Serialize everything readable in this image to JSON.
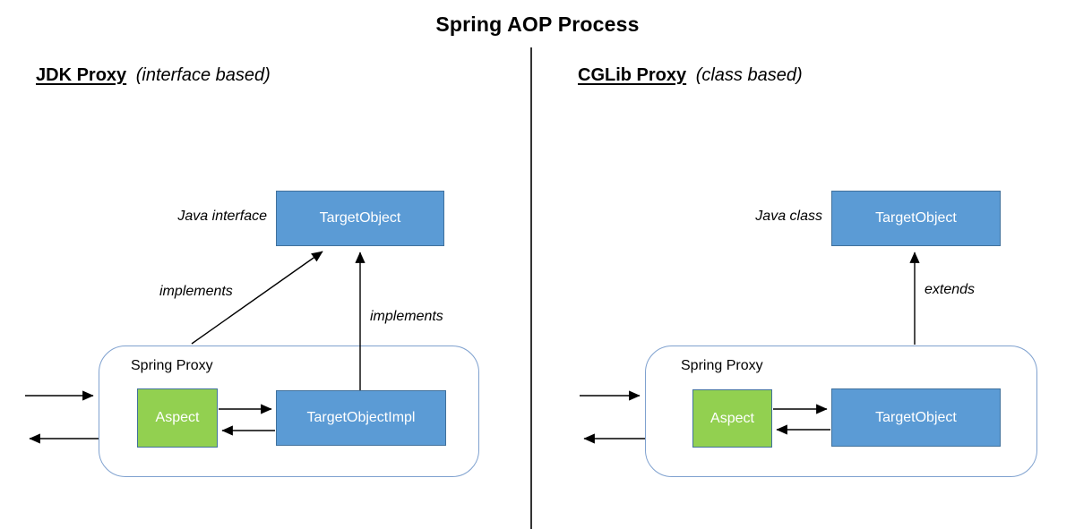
{
  "title": "Spring AOP Process",
  "colors": {
    "accent_blue": "#5B9BD5",
    "blue_border": "#41719C",
    "accent_green": "#92D050",
    "container_border": "#7FA1CF",
    "line_color": "#000000"
  },
  "left": {
    "heading": "JDK Proxy",
    "heading_note": "(interface based)",
    "type_label": "Java interface",
    "top_box": "TargetObject",
    "arrow_label_diagonal": "implements",
    "arrow_label_vertical": "implements",
    "container_label": "Spring Proxy",
    "aspect_box": "Aspect",
    "inner_box": "TargetObjectImpl"
  },
  "right": {
    "heading": "CGLib Proxy",
    "heading_note": "(class based)",
    "type_label": "Java class",
    "top_box": "TargetObject",
    "arrow_label_vertical": "extends",
    "container_label": "Spring Proxy",
    "aspect_box": "Aspect",
    "inner_box": "TargetObject"
  }
}
